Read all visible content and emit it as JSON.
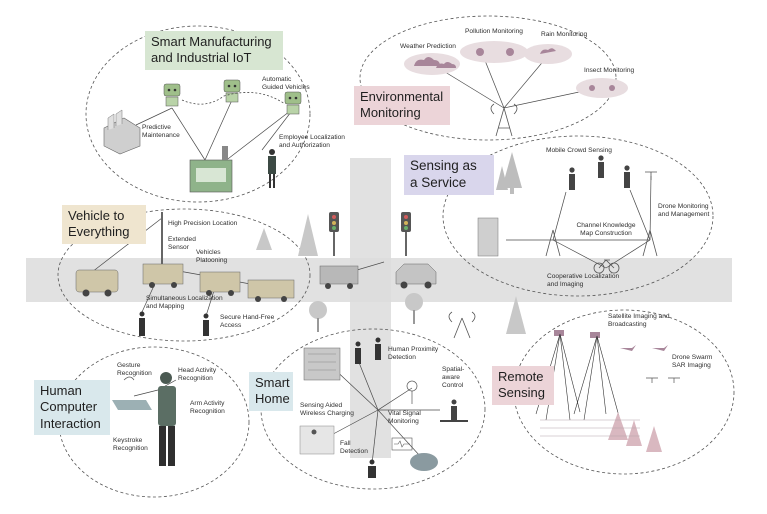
{
  "sections": {
    "smart_manufacturing": {
      "title": "Smart Manufacturing and Industrial IoT",
      "labels": [
        "Predictive Maintenance",
        "Automatic Guided Vehicles",
        "Employee Localization and Authorization"
      ]
    },
    "environmental": {
      "title": "Environmental Monitoring",
      "labels": [
        "Weather Prediction",
        "Pollution Monitoring",
        "Rain Monitoring",
        "Insect Monitoring"
      ]
    },
    "sensing_service": {
      "title": "Sensing as a Service",
      "labels": [
        "Mobile Crowd Sensing",
        "Drone Monitoring and Management",
        "Channel Knowledge Map Construction",
        "Cooperative Localization and Imaging"
      ]
    },
    "v2x": {
      "title": "Vehicle to Everything",
      "labels": [
        "High Precision Location",
        "Extended Sensor",
        "Vehicles Platooning",
        "Simultaneous Localization and Mapping",
        "Secure Hand-Free Access"
      ]
    },
    "smart_home": {
      "title": "Smart Home",
      "labels": [
        "Human Proximity Detection",
        "Spatial-aware Control",
        "Sensing Aided Wireless Charging",
        "Vital Signal Monitoring",
        "Fall Detection"
      ]
    },
    "hci": {
      "title": "Human Computer Interaction",
      "labels": [
        "Gesture Recognition",
        "Head Activity Recognition",
        "Arm Activity Recognition",
        "Keystroke Recognition"
      ]
    },
    "remote_sensing": {
      "title": "Remote Sensing",
      "labels": [
        "Satellite Imaging and Broadcasting",
        "Drone Swarm SAR Imaging"
      ]
    }
  },
  "colors": {
    "green_box": "#d7e6d2",
    "pink_box": "#ecd4d8",
    "lavender_box": "#d9d6ec",
    "beige_box": "#efe5cf",
    "blue_box": "#d9e8ec",
    "road": "#d8d8d8",
    "line": "#4a4a4a"
  }
}
